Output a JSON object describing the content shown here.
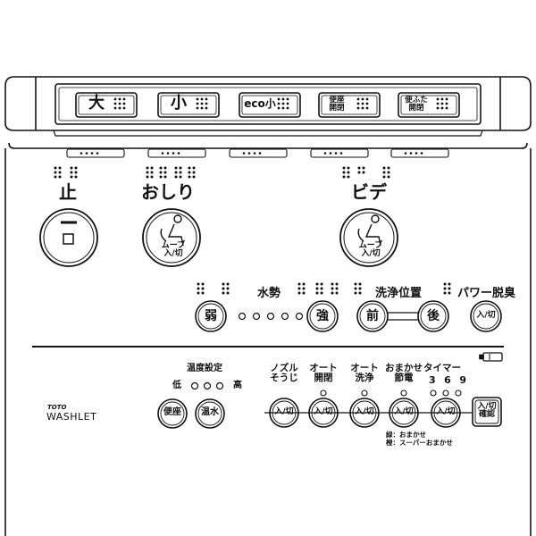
{
  "top_panel": {
    "buttons": [
      {
        "label": "大",
        "name": "flush-large-button"
      },
      {
        "label": "小",
        "name": "flush-small-button"
      },
      {
        "label": "eco小",
        "name": "flush-eco-small-button"
      },
      {
        "label_lines": [
          "便座",
          "開閉"
        ],
        "name": "seat-open-close-button"
      },
      {
        "label_lines": [
          "便ふた",
          "開閉"
        ],
        "name": "lid-open-close-button"
      }
    ]
  },
  "main": {
    "stop": {
      "label": "止"
    },
    "oshiri": {
      "label": "おしり",
      "sub_lines": [
        "ムーブ",
        "入/切"
      ]
    },
    "bidet": {
      "label": "ビデ",
      "sub_lines": [
        "ムーブ",
        "入/切"
      ]
    },
    "water_pressure": {
      "label": "水勢",
      "weak": "弱",
      "strong": "強",
      "levels": 5
    },
    "wash_position": {
      "label": "洗浄位置",
      "front": "前",
      "back": "後"
    },
    "power_deodorize": {
      "label": "パワー脱臭",
      "button": "入/切"
    }
  },
  "lower": {
    "brand_top": "TOTO",
    "brand": "WASHLET",
    "temperature": {
      "label": "温度設定",
      "low": "低",
      "high": "高",
      "levels": 3,
      "seat": "便座",
      "water": "温水"
    },
    "nozzle": {
      "label_lines": [
        "ノズル",
        "そうじ"
      ],
      "button": "入/切"
    },
    "auto_open": {
      "label_lines": [
        "オート",
        "開閉"
      ],
      "button": "入/切"
    },
    "auto_wash": {
      "label_lines": [
        "オート",
        "洗浄"
      ],
      "button": "入/切"
    },
    "eco_save": {
      "label_lines": [
        "おまかせ",
        "節電"
      ],
      "button": "入/切"
    },
    "timer": {
      "label": "タイマー",
      "hours": [
        "3",
        "6",
        "9"
      ],
      "button": "入/切"
    },
    "confirm": {
      "label_lines": [
        "入/切",
        "確認"
      ]
    },
    "legend": [
      "緑：おまかせ",
      "橙：スーパーおまかせ"
    ]
  },
  "colors": {
    "line": "#111111",
    "background": "#ffffff"
  }
}
